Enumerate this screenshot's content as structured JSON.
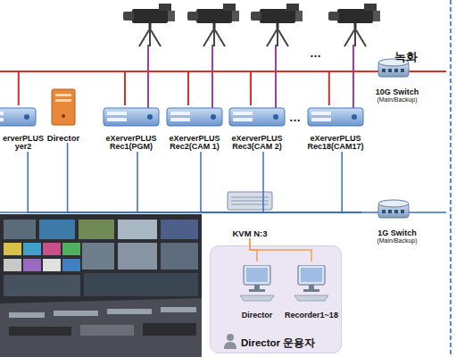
{
  "diagram": {
    "nodes": [
      {
        "text": [
          "10G Switch",
          "(Main/Backup)"
        ]
      },
      {
        "text": [
          "erverPLUS yer2"
        ]
      },
      {
        "text": [
          "Director"
        ]
      },
      {
        "text": [
          "eXerverPLUS Rec1(PGM)"
        ]
      },
      {
        "text": [
          "eXerverPLUS Rec2(CAM 1)"
        ]
      },
      {
        "text": [
          "eXerverPLUS Rec3(CAM 2)"
        ]
      },
      {
        "text": [
          "eXerverPLUS Rec18(CAM17)"
        ]
      },
      {
        "text": [
          "KVM N:3"
        ]
      },
      {
        "text": [
          "1G Switch",
          "(Main/Backup)"
        ]
      },
      {
        "text": [
          "Director 운용자"
        ]
      },
      {
        "text": [
          "Director"
        ],
        "in": 9
      },
      {
        "text": [
          "Recorder1~18"
        ],
        "in": 9
      }
    ],
    "edges": [
      {
        "from": 1,
        "to": 0,
        "arrow": "none"
      },
      {
        "from": 3,
        "to": 0,
        "arrow": "none"
      },
      {
        "from": 4,
        "to": 0,
        "arrow": "none"
      },
      {
        "from": 5,
        "to": 0,
        "arrow": "none"
      },
      {
        "from": 6,
        "to": 0,
        "arrow": "none"
      },
      {
        "from": 1,
        "to": 8,
        "arrow": "none"
      },
      {
        "from": 2,
        "to": 8,
        "arrow": "none"
      },
      {
        "from": 3,
        "to": 8,
        "arrow": "none"
      },
      {
        "from": 4,
        "to": 8,
        "arrow": "none"
      },
      {
        "from": 5,
        "to": 8,
        "arrow": "none"
      },
      {
        "from": 6,
        "to": 8,
        "arrow": "none"
      },
      {
        "from": 7,
        "to": 8,
        "arrow": "none"
      },
      {
        "from": 7,
        "to": 10,
        "arrow": "none"
      },
      {
        "from": 7,
        "to": 11,
        "arrow": "none"
      }
    ],
    "labels": [
      "녹화",
      "…",
      "…"
    ]
  }
}
